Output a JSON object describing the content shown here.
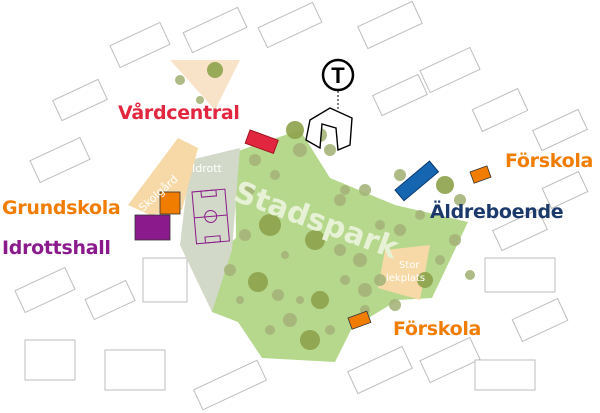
{
  "labels": {
    "health_center": "Vårdcentral",
    "preschool_east": "Förskola",
    "primary_school": "Grundskola",
    "sports_hall": "Idrottshall",
    "elderly_home": "Äldreboende",
    "preschool_south": "Förskola",
    "park": "Stadspark",
    "schoolyard": "Skolgård",
    "sports_field": "Idrott",
    "playground_line1": "Stor",
    "playground_line2": "lekplats",
    "metro_symbol": "T"
  },
  "colors": {
    "health_center": "#e3263f",
    "preschool": "#f07d00",
    "sports_hall": "#8b1a8c",
    "elderly_home": "#1565b0",
    "elderly_label": "#1b3a6b",
    "park": "#b6d88c",
    "trees": "#8da24a",
    "sand": "#f6d9a6",
    "sports_ground": "#d3d9c9"
  }
}
